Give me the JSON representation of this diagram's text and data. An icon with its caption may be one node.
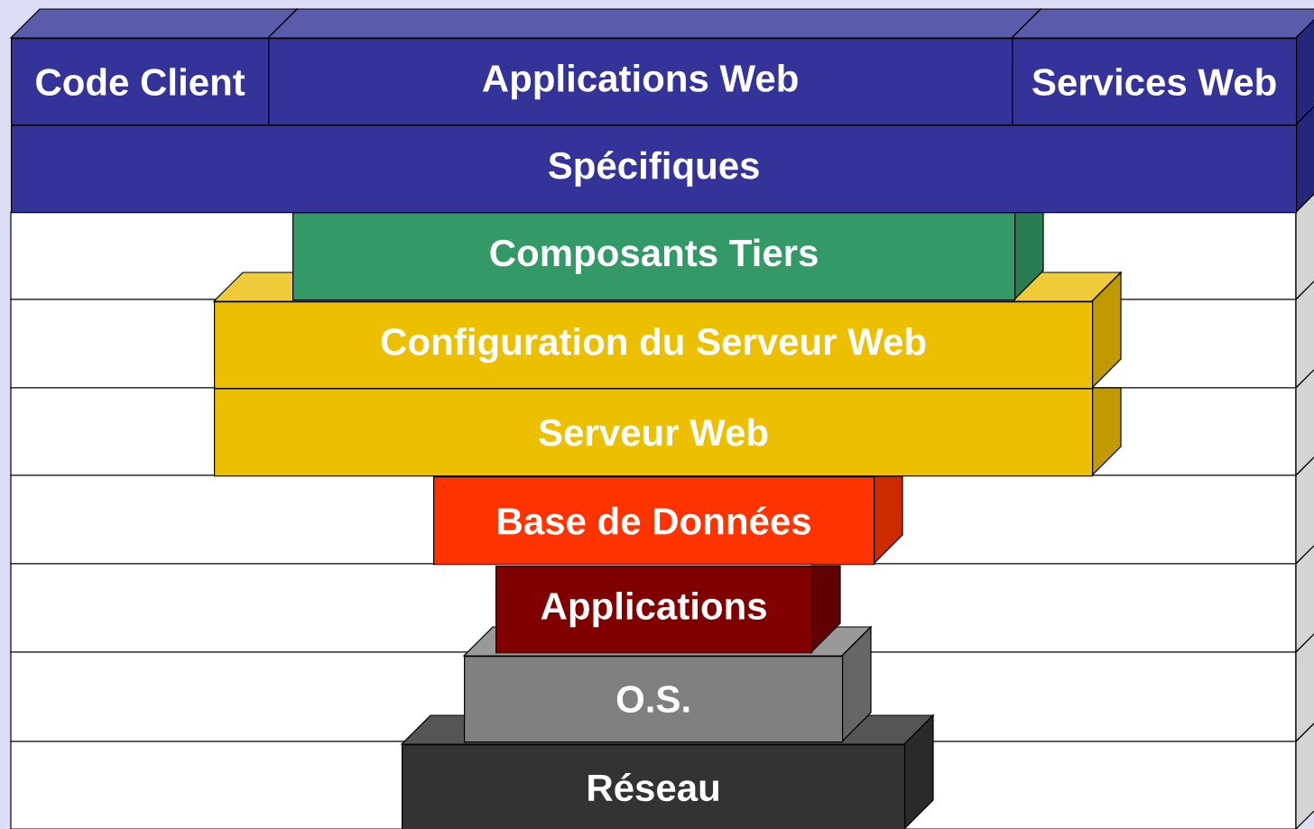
{
  "diagram": {
    "nodes": [
      {
        "text": [
          "Code Client"
        ]
      },
      {
        "text": [
          "Applications Web"
        ]
      },
      {
        "text": [
          "Services Web"
        ]
      },
      {
        "text": [
          "Spécifiques"
        ]
      },
      {
        "text": [
          "Composants Tiers"
        ]
      },
      {
        "text": [
          "Configuration du Serveur Web"
        ]
      },
      {
        "text": [
          "Serveur Web"
        ]
      },
      {
        "text": [
          "Base de Données"
        ]
      },
      {
        "text": [
          "Applications"
        ]
      },
      {
        "text": [
          "O.S."
        ]
      },
      {
        "text": [
          "Réseau"
        ]
      }
    ]
  }
}
